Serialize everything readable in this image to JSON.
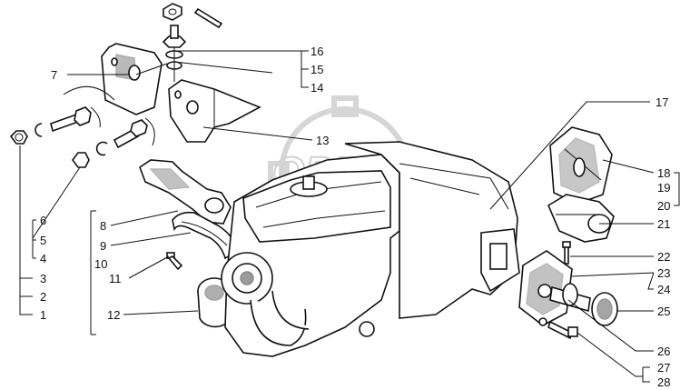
{
  "diagram": {
    "watermark_text": "OPEX",
    "callouts": [
      {
        "id": "c1",
        "label": "1"
      },
      {
        "id": "c2",
        "label": "2"
      },
      {
        "id": "c3",
        "label": "3"
      },
      {
        "id": "c4",
        "label": "4"
      },
      {
        "id": "c5",
        "label": "5"
      },
      {
        "id": "c6",
        "label": "6"
      },
      {
        "id": "c7",
        "label": "7"
      },
      {
        "id": "c8",
        "label": "8"
      },
      {
        "id": "c9",
        "label": "9"
      },
      {
        "id": "c10",
        "label": "10"
      },
      {
        "id": "c11",
        "label": "11"
      },
      {
        "id": "c12",
        "label": "12"
      },
      {
        "id": "c13",
        "label": "13"
      },
      {
        "id": "c14",
        "label": "14"
      },
      {
        "id": "c15",
        "label": "15"
      },
      {
        "id": "c16",
        "label": "16"
      },
      {
        "id": "c17",
        "label": "17"
      },
      {
        "id": "c18",
        "label": "18"
      },
      {
        "id": "c19",
        "label": "19"
      },
      {
        "id": "c20",
        "label": "20"
      },
      {
        "id": "c21",
        "label": "21"
      },
      {
        "id": "c22",
        "label": "22"
      },
      {
        "id": "c23",
        "label": "23"
      },
      {
        "id": "c24",
        "label": "24"
      },
      {
        "id": "c25",
        "label": "25"
      },
      {
        "id": "c26",
        "label": "26"
      },
      {
        "id": "c27",
        "label": "27"
      },
      {
        "id": "c28",
        "label": "28"
      }
    ],
    "colors": {
      "ink": "#111111",
      "watermark": "#d6d6d6"
    }
  }
}
